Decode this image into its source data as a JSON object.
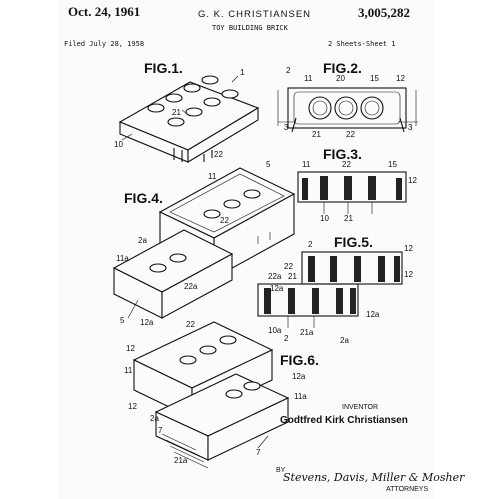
{
  "header": {
    "date": "Oct. 24, 1961",
    "inventor_caps": "G. K. CHRISTIANSEN",
    "patent_no": "3,005,282",
    "title": "TOY BUILDING BRICK",
    "filed": "Filed July 28, 1958",
    "sheets": "2 Sheets-Sheet 1"
  },
  "figures": {
    "fig1": "FIG.1.",
    "fig2": "FIG.2.",
    "fig3": "FIG.3.",
    "fig4": "FIG.4.",
    "fig5": "FIG.5.",
    "fig6": "FIG.6."
  },
  "refs": {
    "fig1": [
      "1",
      "21",
      "10",
      "22"
    ],
    "fig2": [
      "2",
      "11",
      "20",
      "15",
      "12",
      "3",
      "3",
      "21",
      "22"
    ],
    "fig3": [
      "11",
      "22",
      "15",
      "12",
      "10",
      "21"
    ],
    "fig4": [
      "5",
      "11",
      "22",
      "2a",
      "11a",
      "22a",
      "5",
      "12a"
    ],
    "fig5": [
      "2",
      "12",
      "22",
      "12",
      "22a",
      "21",
      "12a",
      "12a",
      "10a",
      "21a",
      "2a"
    ],
    "fig6": [
      "22",
      "2",
      "12",
      "12a",
      "11",
      "11a",
      "12",
      "2a",
      "21a",
      "7",
      "7"
    ]
  },
  "inventor_label": "INVENTOR",
  "inventor_name": "Godtfred Kirk Christiansen",
  "by": "BY",
  "signature": "Stevens, Davis, Miller & Mosher",
  "attorneys": "ATTORNEYS"
}
